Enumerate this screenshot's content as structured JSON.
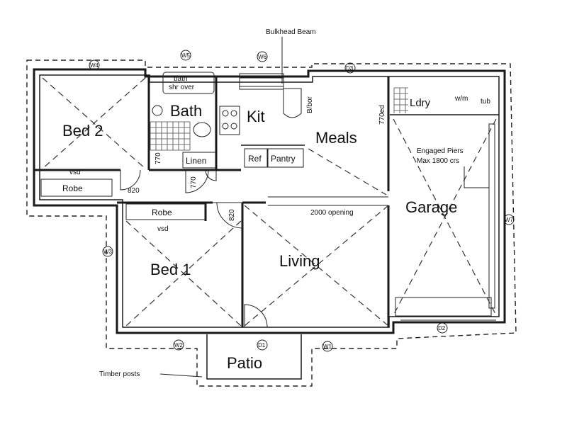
{
  "annotations": {
    "bulkhead_beam": "Bulkhead Beam",
    "engaged_piers_1": "Engaged Piers",
    "engaged_piers_2": "Max 1800 crs",
    "timber_posts": "Timber posts",
    "opening": "2000 opening"
  },
  "rooms": {
    "bed2": "Bed 2",
    "bath": "Bath",
    "kit": "Kit",
    "meals": "Meals",
    "ldry": "Ldry",
    "garage": "Garage",
    "bed1": "Bed 1",
    "living": "Living",
    "patio": "Patio"
  },
  "fixtures": {
    "bath_shr_1": "bath",
    "bath_shr_2": "shr over",
    "linen": "Linen",
    "ref": "Ref",
    "pantry": "Pantry",
    "robe_bed2": "Robe",
    "robe_bed1": "Robe",
    "vsd_bed2": "vsd",
    "vsd_bed1": "vsd",
    "bhor": "B/bor",
    "wm": "w/m",
    "tub": "tub"
  },
  "dimensions": {
    "d820_a": "820",
    "d820_b": "820",
    "d770_a": "770",
    "d770_b": "770",
    "d770ed": "770ed"
  },
  "tags": {
    "w4": "W4",
    "w5_top": "W5",
    "w6": "W6",
    "d3_top": "D3",
    "w7": "W7",
    "w3": "W3",
    "w2": "W2",
    "d1": "D1",
    "w1": "W1",
    "d2": "D2"
  }
}
